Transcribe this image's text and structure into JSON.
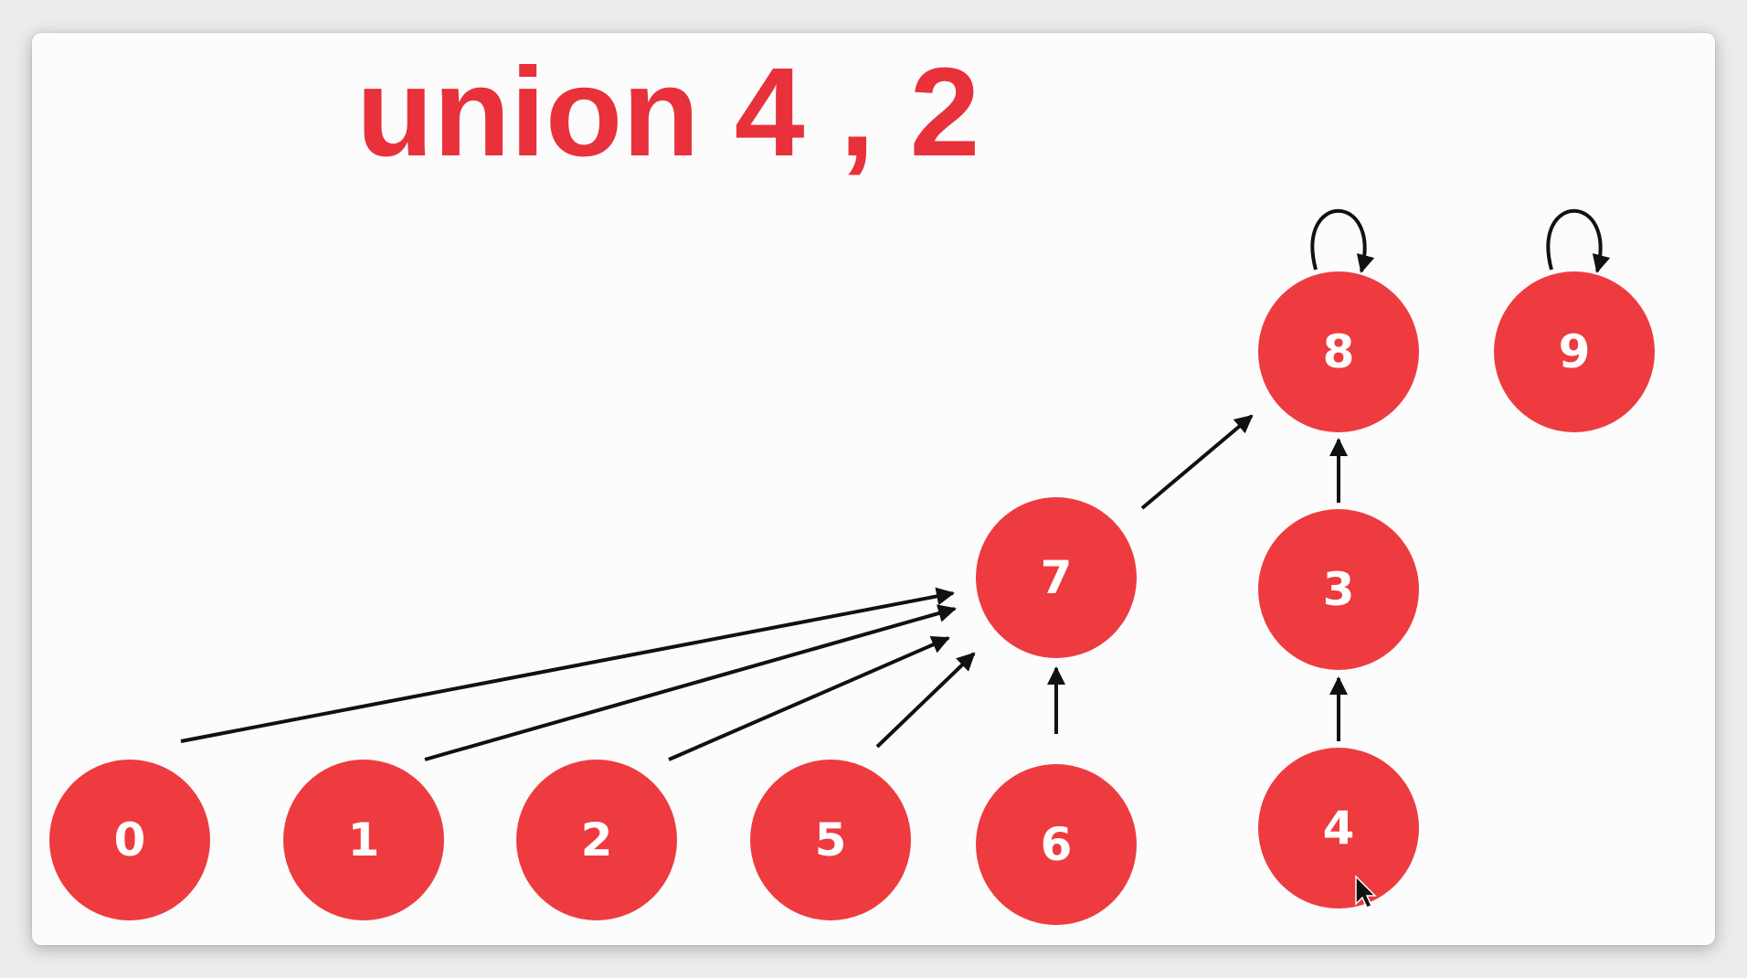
{
  "title": "union 4 , 2",
  "colors": {
    "node_fill": "#ee3b40",
    "node_text": "#ffffff",
    "title": "#e8313a",
    "edge": "#111111",
    "background": "#fcfcfc"
  },
  "nodes": [
    {
      "id": "0",
      "label": "0"
    },
    {
      "id": "1",
      "label": "1"
    },
    {
      "id": "2",
      "label": "2"
    },
    {
      "id": "5",
      "label": "5"
    },
    {
      "id": "6",
      "label": "6"
    },
    {
      "id": "7",
      "label": "7"
    },
    {
      "id": "3",
      "label": "3"
    },
    {
      "id": "4",
      "label": "4"
    },
    {
      "id": "8",
      "label": "8"
    },
    {
      "id": "9",
      "label": "9"
    }
  ],
  "edges": [
    {
      "from": "0",
      "to": "7"
    },
    {
      "from": "1",
      "to": "7"
    },
    {
      "from": "2",
      "to": "7"
    },
    {
      "from": "5",
      "to": "7"
    },
    {
      "from": "6",
      "to": "7"
    },
    {
      "from": "7",
      "to": "8"
    },
    {
      "from": "4",
      "to": "3"
    },
    {
      "from": "3",
      "to": "8"
    },
    {
      "from": "8",
      "to": "8"
    },
    {
      "from": "9",
      "to": "9"
    }
  ],
  "cursor": "mouse-pointer-icon"
}
